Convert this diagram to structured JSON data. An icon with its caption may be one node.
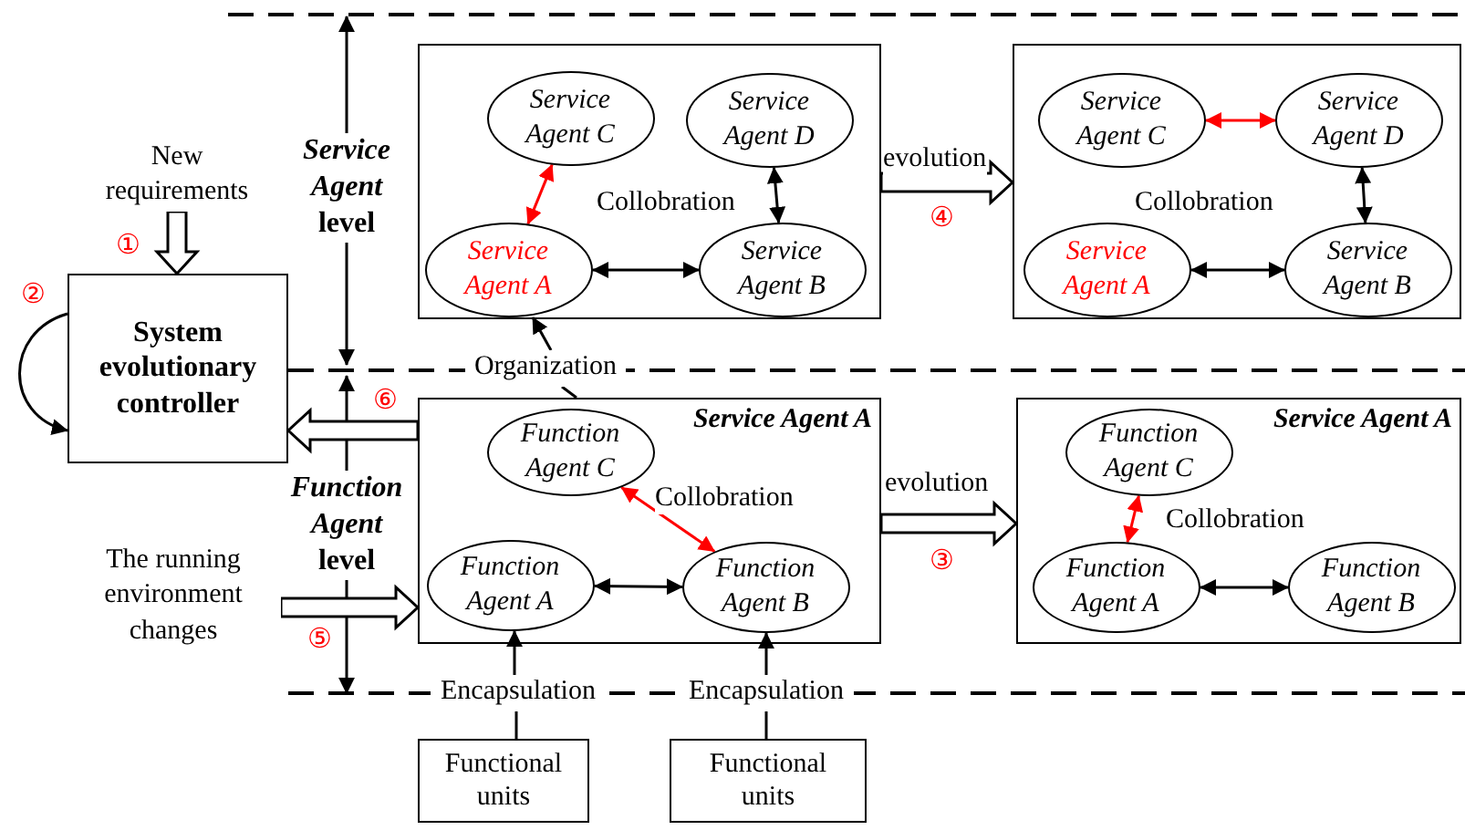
{
  "diagram": {
    "nodes": [
      {
        "text": [
          "New requirements"
        ]
      },
      {
        "text": [
          "System evolutionary controller"
        ]
      },
      {
        "text": [
          "Collobration"
        ]
      },
      {
        "text": [
          "Service Agent C"
        ],
        "in": 2
      },
      {
        "text": [
          "Service Agent D"
        ],
        "in": 2
      },
      {
        "text": [
          "Service Agent A"
        ],
        "in": 2
      },
      {
        "text": [
          "Service Agent B"
        ],
        "in": 2
      },
      {
        "text": [
          "Collobration"
        ]
      },
      {
        "text": [
          "Service Agent C"
        ],
        "in": 7
      },
      {
        "text": [
          "Service Agent D"
        ],
        "in": 7
      },
      {
        "text": [
          "Service Agent A"
        ],
        "in": 7
      },
      {
        "text": [
          "Service Agent B"
        ],
        "in": 7
      },
      {
        "text": [
          "Organization"
        ]
      },
      {
        "text": [
          "Service Agent A",
          "Collobration"
        ]
      },
      {
        "text": [
          "Function Agent C"
        ],
        "in": 13
      },
      {
        "text": [
          "Function Agent A"
        ],
        "in": 13
      },
      {
        "text": [
          "Function Agent B"
        ],
        "in": 13
      },
      {
        "text": [
          "Service Agent A",
          "Collobration"
        ]
      },
      {
        "text": [
          "Function Agent C"
        ],
        "in": 17
      },
      {
        "text": [
          "Function Agent A"
        ],
        "in": 17
      },
      {
        "text": [
          "Function Agent B"
        ],
        "in": 17
      },
      {
        "text": [
          "The running environment changes"
        ]
      },
      {
        "text": [
          "Encapsulation"
        ]
      },
      {
        "text": [
          "Encapsulation"
        ]
      },
      {
        "text": [
          "Functional units"
        ]
      },
      {
        "text": [
          "Functional units"
        ]
      }
    ],
    "edges": [
      {
        "from": 0,
        "to": 1,
        "arrow": "to"
      },
      {
        "from": 1,
        "to": 1,
        "arrow": "to"
      },
      {
        "from": 3,
        "to": 5,
        "arrow": "both",
        "color": "#ff0000"
      },
      {
        "from": 4,
        "to": 6,
        "arrow": "both"
      },
      {
        "from": 5,
        "to": 6,
        "arrow": "both"
      },
      {
        "from": 2,
        "to": 7,
        "arrow": "to",
        "label": "evolution"
      },
      {
        "from": 8,
        "to": 9,
        "arrow": "both",
        "color": "#ff0000"
      },
      {
        "from": 9,
        "to": 11,
        "arrow": "both"
      },
      {
        "from": 10,
        "to": 11,
        "arrow": "both"
      },
      {
        "from": 12,
        "to": 5,
        "arrow": "to"
      },
      {
        "from": 12,
        "to": 13,
        "arrow": "none"
      },
      {
        "from": 14,
        "to": 16,
        "arrow": "both",
        "color": "#ff0000"
      },
      {
        "from": 15,
        "to": 16,
        "arrow": "both"
      },
      {
        "from": 13,
        "to": 17,
        "arrow": "to",
        "label": "evolution"
      },
      {
        "from": 18,
        "to": 19,
        "arrow": "both",
        "color": "#ff0000"
      },
      {
        "from": 19,
        "to": 20,
        "arrow": "both"
      },
      {
        "from": 13,
        "to": 1,
        "arrow": "to"
      },
      {
        "from": 21,
        "to": 13,
        "arrow": "to"
      },
      {
        "from": 22,
        "to": 15,
        "arrow": "to"
      },
      {
        "from": 24,
        "to": 22,
        "arrow": "none"
      },
      {
        "from": 23,
        "to": 16,
        "arrow": "to"
      },
      {
        "from": 25,
        "to": 23,
        "arrow": "none"
      }
    ],
    "labels": [
      "①",
      "②",
      "*Service Agent* level",
      "④",
      "⑥",
      "*Function Agent* level",
      "③",
      "⑤"
    ]
  }
}
